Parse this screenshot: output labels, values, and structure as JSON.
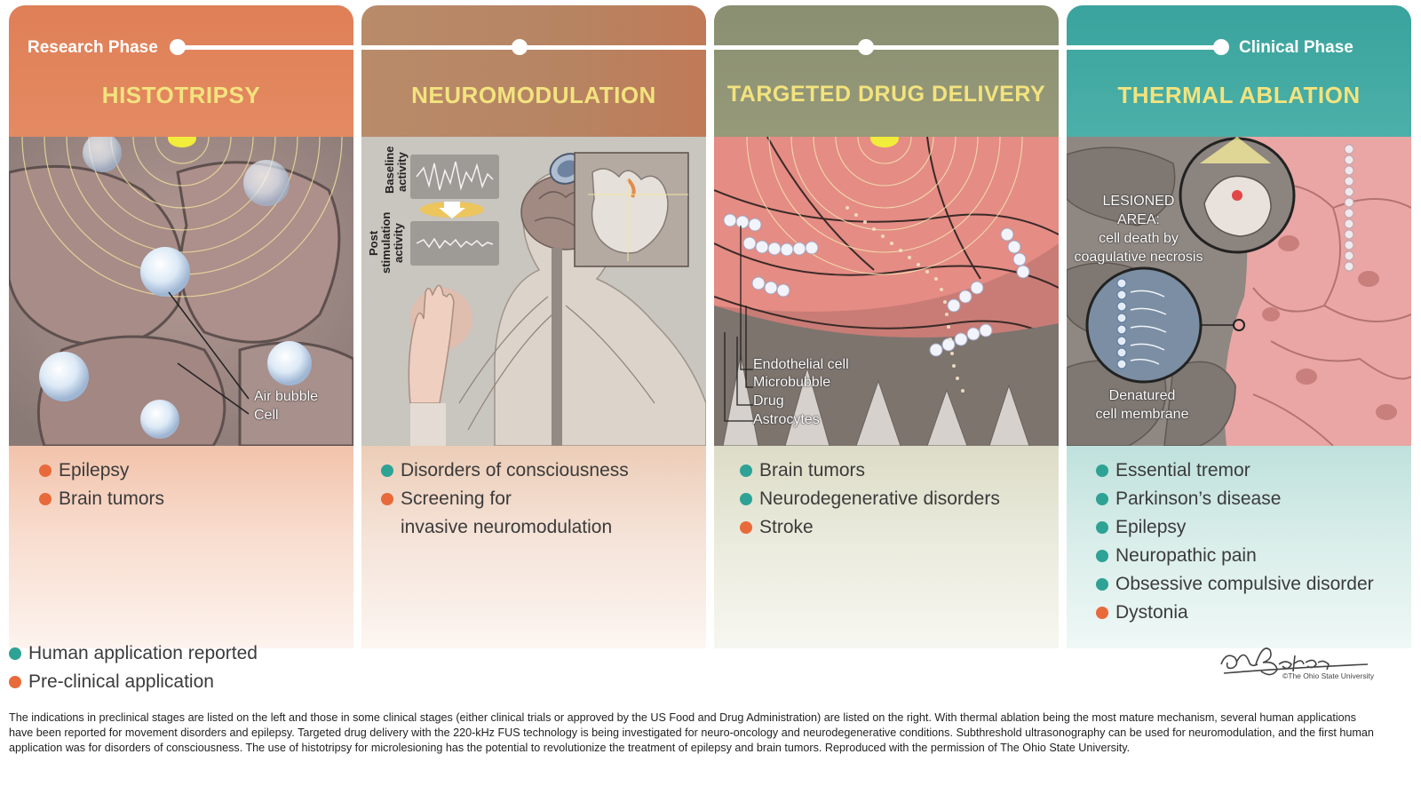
{
  "timeline": {
    "start_label": "Research Phase",
    "end_label": "Clinical Phase"
  },
  "panels": [
    {
      "title": "HISTOTRIPSY",
      "labels": [
        "Air bubble",
        "Cell"
      ],
      "items": [
        {
          "text": "Epilepsy",
          "status": "orange"
        },
        {
          "text": "Brain tumors",
          "status": "orange"
        }
      ]
    },
    {
      "title": "NEUROMODULATION",
      "labels": [
        "Baseline",
        "activity",
        "Post",
        "stimulation",
        "activity"
      ],
      "items": [
        {
          "text": "Disorders of consciousness",
          "status": "teal"
        },
        {
          "text": "Screening for",
          "cont": "invasive neuromodulation",
          "status": "orange"
        }
      ]
    },
    {
      "title": "TARGETED  DRUG  DELIVERY",
      "labels": [
        "Endothelial cell",
        "Microbubble",
        "Drug",
        "Astrocytes"
      ],
      "items": [
        {
          "text": "Brain tumors",
          "status": "teal"
        },
        {
          "text": "Neurodegenerative disorders",
          "status": "teal"
        },
        {
          "text": "Stroke",
          "status": "orange"
        }
      ]
    },
    {
      "title": "THERMAL  ABLATION",
      "labels": [
        "LESIONED",
        "AREA:",
        "cell death by",
        "coagulative necrosis",
        "Denatured",
        "cell membrane"
      ],
      "items": [
        {
          "text": "Essential tremor",
          "status": "teal"
        },
        {
          "text": "Parkinson’s disease",
          "status": "teal"
        },
        {
          "text": "Epilepsy",
          "status": "teal"
        },
        {
          "text": "Neuropathic pain",
          "status": "teal"
        },
        {
          "text": "Obsessive compulsive disorder",
          "status": "teal"
        },
        {
          "text": "Dystonia",
          "status": "orange"
        }
      ]
    }
  ],
  "legend": {
    "teal": "Human application reported",
    "orange": "Pre-clinical application"
  },
  "signature": {
    "name": "a.Baker",
    "credit": "©The Ohio State University"
  },
  "caption": "The indications in preclinical stages are listed on the left and those in some clinical stages (either clinical trials or approved by the US Food and Drug Administration) are listed on the right. With thermal ablation being the most mature mechanism, several human applications have been reported for movement disorders and epilepsy. Targeted drug delivery with the 220-kHz FUS technology is being investigated for neuro-oncology and neurodegenerative conditions. Subthreshold ultrasonography can be used for neuromodulation, and the first human application was for disorders of consciousness. The use of histotripsy for microlesioning has the potential to revolutionize the treatment of epilepsy and brain tumors. Reproduced with the permission of The Ohio State University.",
  "colors": {
    "teal": "#2ea294",
    "orange": "#e86a3a",
    "title": "#f3e37e"
  }
}
